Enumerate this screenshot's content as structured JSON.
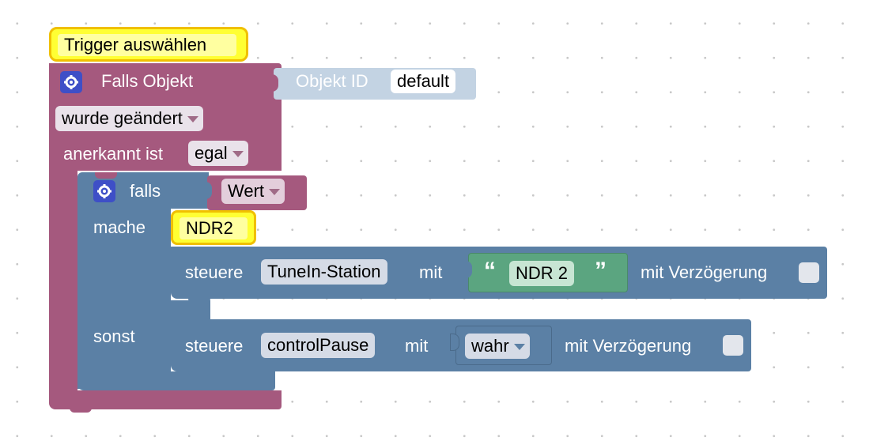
{
  "trigger_label": "Trigger auswählen",
  "main_block": {
    "falls_objekt": "Falls Objekt",
    "objekt_id_label": "Objekt ID",
    "objekt_id_value": "default",
    "change_mode": "wurde geändert",
    "anerkannt_label": "anerkannt ist",
    "anerkannt_value": "egal"
  },
  "if_block": {
    "falls": "falls",
    "condition": "Wert",
    "mache": "mache",
    "comment": "NDR2",
    "sonst": "sonst"
  },
  "control_1": {
    "steuere": "steuere",
    "target": "TuneIn-Station",
    "mit": "mit",
    "open_quote": "“",
    "value": "NDR 2",
    "close_quote": "”",
    "delay_label": "mit Verzögerung"
  },
  "control_2": {
    "steuere": "steuere",
    "target": "controlPause",
    "mit": "mit",
    "value": "wahr",
    "delay_label": "mit Verzögerung"
  },
  "colors": {
    "event_block": "#a5597e",
    "logic_block": "#5b80a5",
    "text_block": "#5ba580",
    "highlight": "#ffff00",
    "gear": "#3e4fc7"
  },
  "icons": [
    "gear-icon",
    "dropdown-arrow-icon",
    "checkbox-icon"
  ]
}
